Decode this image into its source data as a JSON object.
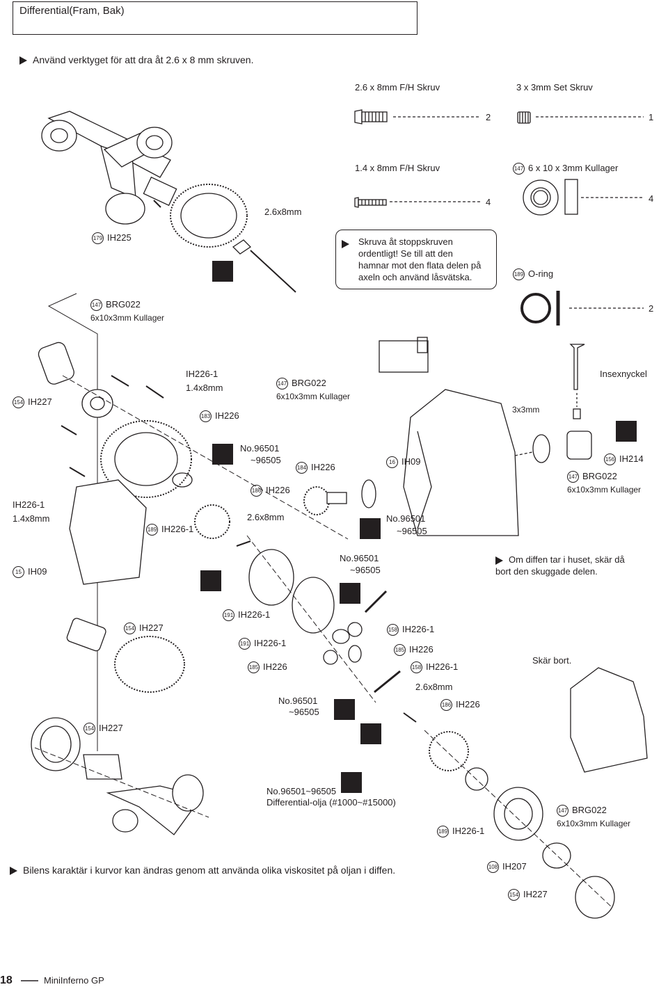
{
  "title": "Differential(Fram, Bak)",
  "instruction_top": "Använd verktyget för att dra åt 2.6 x 8 mm skruven.",
  "parts": {
    "screw_26x8": {
      "label": "2.6 x 8mm   F/H Skruv",
      "qty": "2"
    },
    "set_screw_3x3": {
      "label": "3 x 3mm    Set Skruv",
      "qty": "1"
    },
    "screw_14x8": {
      "label": "1.4 x 8mm   F/H Skruv",
      "qty": "4"
    },
    "bearing_6x10x3": {
      "num": "147",
      "label": "6 x 10 x 3mm   Kullager",
      "qty": "4"
    },
    "oring": {
      "num": "189",
      "label": "O-ring",
      "qty": "2"
    }
  },
  "note_box": "Skruva åt stoppskruven\nordentligt! Se till att den\nhamnar mot den flata delen på\naxeln och använd låsvätska.",
  "labels": {
    "tool_26x8": "2.6x8mm",
    "ih225": {
      "num": "179",
      "text": "IH225"
    },
    "brg022_a": {
      "num": "147",
      "text": "BRG022",
      "sub": "6x10x3mm  Kullager"
    },
    "ih227_a": {
      "num": "154",
      "text": "IH227"
    },
    "ih2261_a": "IH226-1",
    "ih2261_a_sub": "1.4x8mm",
    "ih226_a": {
      "num": "183",
      "text": "IH226"
    },
    "brg022_b": {
      "num": "147",
      "text": "BRG022",
      "sub": "6x10x3mm  Kullager"
    },
    "no96501_a": "No.96501",
    "no96505_a": "~96505",
    "ih226_b": {
      "num": "184",
      "text": "IH226"
    },
    "ih09_a": {
      "num": "16",
      "text": "IH09"
    },
    "insexnyckel": "Insexnyckel",
    "s3x3": "3x3mm",
    "ih214": {
      "num": "156",
      "text": "IH214"
    },
    "brg022_c": {
      "num": "147",
      "text": "BRG022",
      "sub": "6x10x3mm  Kullager"
    },
    "ih226_c": {
      "num": "186",
      "text": "IH226"
    },
    "ih2261_b": "IH226-1",
    "ih2261_b_sub": "1.4x8mm",
    "ih2261_c": {
      "num": "189",
      "text": "IH226-1"
    },
    "s26x8_b": "2.6x8mm",
    "no96501_b": "No.96501",
    "no96505_b": "~96505",
    "ih09_b": {
      "num": "15",
      "text": "IH09"
    },
    "no96501_c": "No.96501",
    "no96505_c": "~96505",
    "ih227_b": {
      "num": "154",
      "text": "IH227"
    },
    "ih2261_d": {
      "num": "191",
      "text": "IH226-1"
    },
    "ih2261_e": {
      "num": "191",
      "text": "IH226-1"
    },
    "ih226_d": {
      "num": "185",
      "text": "IH226"
    },
    "ih2261_f": {
      "num": "158",
      "text": "IH226-1"
    },
    "ih226_e": {
      "num": "185",
      "text": "IH226"
    },
    "ih2261_g": {
      "num": "158",
      "text": "IH226-1"
    },
    "s26x8_c": "2.6x8mm",
    "ih226_f": {
      "num": "186",
      "text": "IH226"
    },
    "no96501_d": "No.96501",
    "no96505_d": "~96505",
    "ih227_c": {
      "num": "154",
      "text": "IH227"
    },
    "oil_a": "No.96501~96505",
    "oil_b": "Differential-olja (#1000~#15000)",
    "ih2261_h": {
      "num": "189",
      "text": "IH226-1"
    },
    "brg022_d": {
      "num": "147",
      "text": "BRG022",
      "sub": "6x10x3mm  Kullager"
    },
    "ih207": {
      "num": "108",
      "text": "IH207"
    },
    "ih227_d": {
      "num": "154",
      "text": "IH227"
    }
  },
  "cut_note": "Om diffen tar i huset, skär då\nbort den skuggade delen.",
  "cut_label": "Skär bort.",
  "bottom_note": "Bilens karaktär i kurvor kan ändras genom att använda olika viskositet på oljan i diffen.",
  "footer": {
    "page": "18",
    "product": "MiniInferno GP"
  }
}
